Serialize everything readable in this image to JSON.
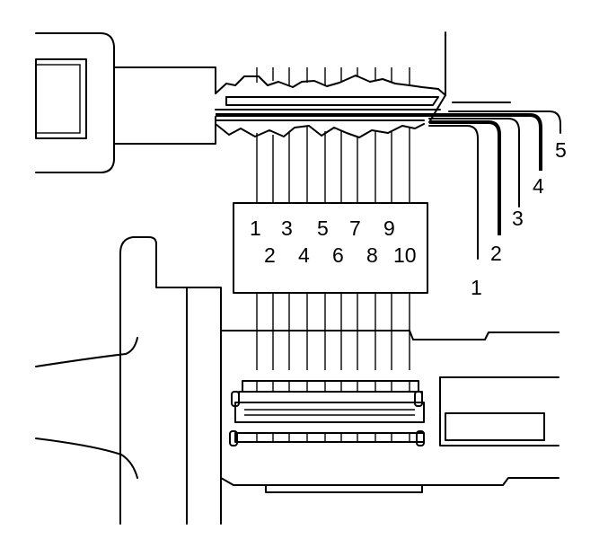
{
  "cut_numbers": [
    "1",
    "2",
    "3",
    "4",
    "5",
    "6",
    "7",
    "8",
    "9",
    "10"
  ],
  "tier_numbers": [
    "1",
    "2",
    "3",
    "4",
    "5"
  ]
}
